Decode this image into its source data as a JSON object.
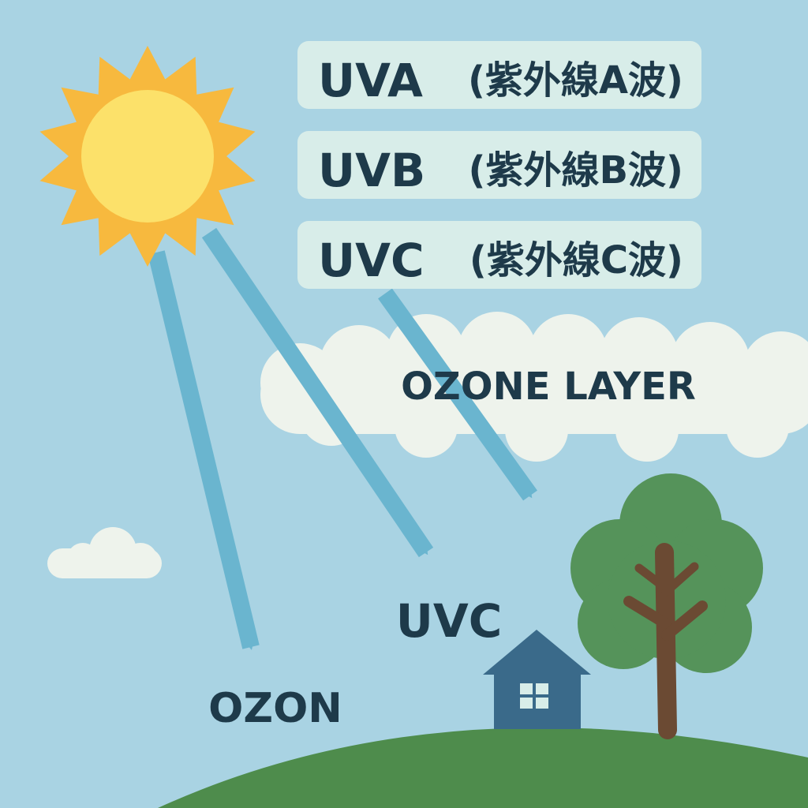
{
  "uv_labels": [
    {
      "code": "UVA",
      "name": "(紫外線A波)"
    },
    {
      "code": "UVB",
      "name": "(紫外線B波)"
    },
    {
      "code": "UVC",
      "name": "(紫外線C波)"
    }
  ],
  "ozone_layer_label": "OZONE LAYER",
  "ground_labels": {
    "ozon": "OZON",
    "uvc": "UVC"
  },
  "colors": {
    "sky": "#a9d3e3",
    "sun_rays": "#f7b93e",
    "sun_core": "#fce16a",
    "arrow": "#6ab5cf",
    "label_box": "#d8ede9",
    "cloud": "#eef3ec",
    "ground": "#4e8c4c",
    "tree_canopy": "#55935a",
    "tree_trunk": "#6b4a33",
    "house": "#3a6a8a",
    "text": "#1e3a4a"
  }
}
